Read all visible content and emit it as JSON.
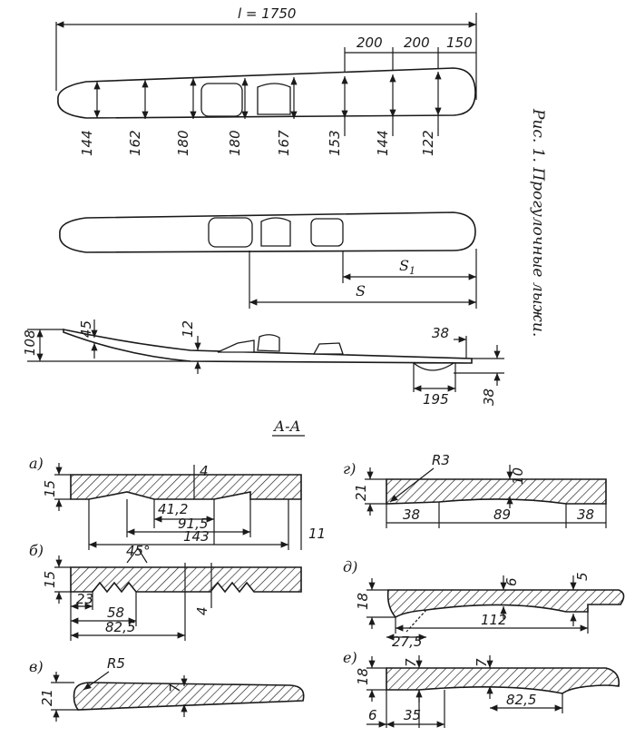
{
  "top_view": {
    "length_label": "l = 1750",
    "seg_labels": [
      "200",
      "200",
      "150"
    ],
    "width_labels": [
      "144",
      "162",
      "180",
      "180",
      "167",
      "153",
      "144",
      "122"
    ]
  },
  "mid_view": {
    "s1_label": "S",
    "s1_sub": "1",
    "s_label": "S"
  },
  "side_view": {
    "h108": "108",
    "h45": "45",
    "h12": "12",
    "w38a": "38",
    "h38b": "38",
    "w195": "195"
  },
  "caption": "Рис. 1. Прогулочные лыжи.",
  "section_label": "А-А",
  "sections": {
    "a": {
      "tag": "а)",
      "h": "15",
      "d4": "4",
      "w1": "41,2",
      "w2": "91,5",
      "w3": "143",
      "w4": "11"
    },
    "b": {
      "tag": "б)",
      "h": "15",
      "ang": "45°",
      "w1": "23",
      "w2": "58",
      "w3": "82,5",
      "d4": "4"
    },
    "v": {
      "tag": "в)",
      "r": "R5",
      "h": "21",
      "d7": "7"
    },
    "g": {
      "tag": "г)",
      "r": "R3",
      "d10": "10",
      "h": "21",
      "w1": "38",
      "w2": "89",
      "w3": "38"
    },
    "d": {
      "tag": "д)",
      "h": "18",
      "d6": "6",
      "d5": "5",
      "w1": "112",
      "w2": "27,5"
    },
    "e": {
      "tag": "е)",
      "h": "18",
      "d7a": "7",
      "d7b": "7",
      "w1": "6",
      "w2": "35",
      "w3": "82,5"
    }
  }
}
